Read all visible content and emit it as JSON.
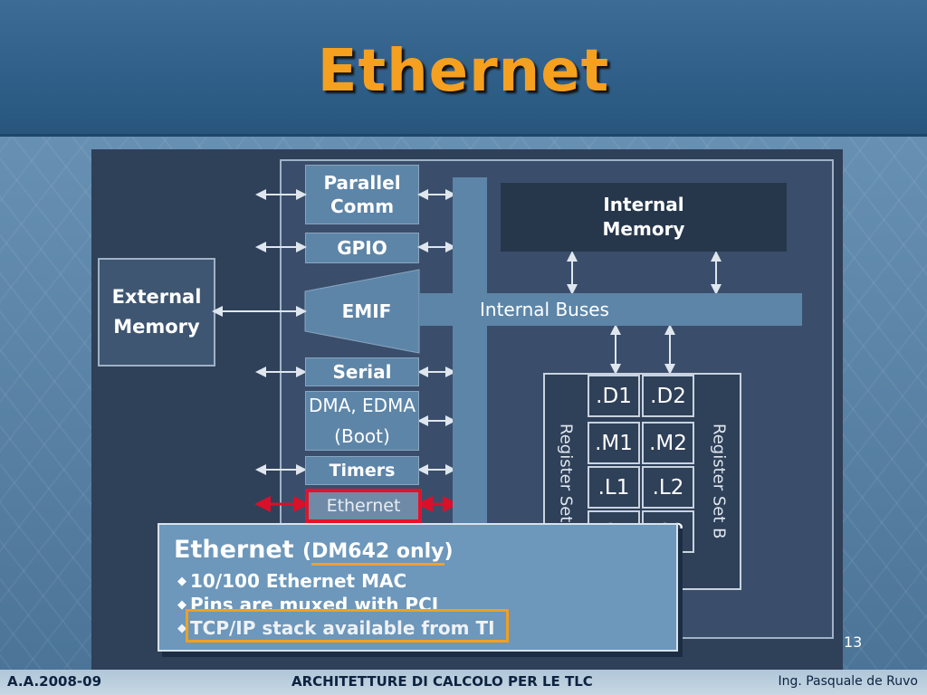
{
  "slide": {
    "title": "Ethernet",
    "page_number": "13"
  },
  "diagram": {
    "external_memory": [
      "External",
      "Memory"
    ],
    "peripherals": {
      "parallel_comm": [
        "Parallel",
        "Comm"
      ],
      "gpio": "GPIO",
      "emif": "EMIF",
      "serial": "Serial",
      "dma": "DMA, EDMA",
      "boot": "(Boot)",
      "timers": "Timers",
      "ethernet": "Ethernet"
    },
    "internal_memory": [
      "Internal",
      "Memory"
    ],
    "internal_buses": "Internal Buses",
    "register_set_a": "Register Set A",
    "register_set_b": "Register Set B",
    "units": [
      ".D1",
      ".D2",
      ".M1",
      ".M2",
      ".L1",
      ".L2",
      ".S1",
      ".S2"
    ]
  },
  "callout": {
    "title": "Ethernet",
    "subtitle_open": "(",
    "subtitle_model": "DM642 only",
    "subtitle_close": ")",
    "bullets": [
      "10/100 Ethernet MAC",
      "Pins are muxed with PCI",
      "TCP/IP stack available from TI"
    ]
  },
  "footer": {
    "left": "A.A.2008-09",
    "center": "ARCHITETTURE DI CALCOLO PER LE TLC",
    "right": "Ing. Pasquale de Ruvo"
  },
  "colors": {
    "title": "#f6a020",
    "highlight_red": "#e8102a",
    "highlight_orange": "#f0a020"
  }
}
